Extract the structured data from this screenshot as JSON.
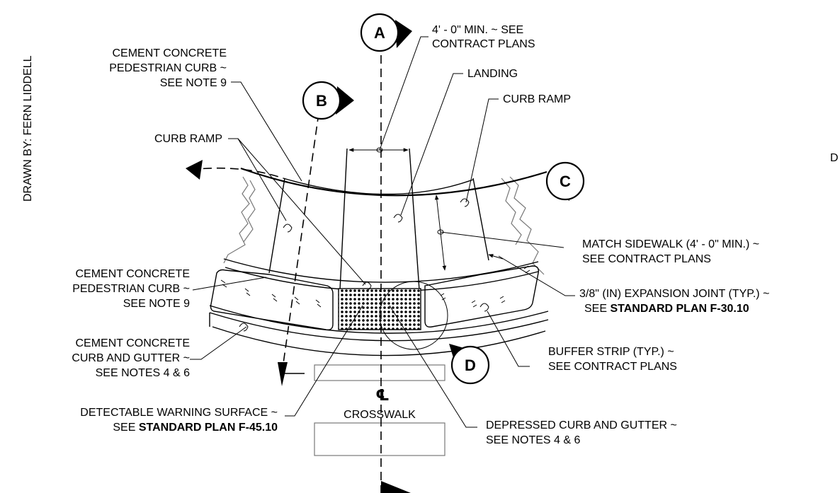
{
  "drawn_by": "DRAWN BY: FERN LIDDELL",
  "edge_fragment": "D",
  "markers": {
    "a": "A",
    "b": "B",
    "c": "C",
    "d": "D"
  },
  "centerline_symbol": "℄",
  "labels": {
    "min_width": [
      "4' - 0\" MIN. ~ SEE",
      "CONTRACT PLANS"
    ],
    "landing": "LANDING",
    "curb_ramp_right": "CURB RAMP",
    "curb_ramp_left": "CURB RAMP",
    "ped_curb_top": [
      "CEMENT CONCRETE",
      "PEDESTRIAN CURB ~",
      "SEE NOTE 9"
    ],
    "ped_curb_mid": [
      "CEMENT CONCRETE",
      "PEDESTRIAN CURB ~",
      "SEE NOTE 9"
    ],
    "curb_gutter": [
      "CEMENT CONCRETE",
      "CURB AND GUTTER ~",
      "SEE NOTES 4 & 6"
    ],
    "match_sidewalk": [
      "MATCH SIDEWALK  (4' - 0\" MIN.) ~",
      "SEE CONTRACT PLANS"
    ],
    "expansion_joint": {
      "line1": "3/8\" (IN) EXPANSION JOINT (TYP.) ~",
      "line2_prefix": "SEE ",
      "line2_bold": "STANDARD PLAN F-30.10"
    },
    "buffer_strip": [
      "BUFFER STRIP (TYP.) ~",
      "SEE CONTRACT PLANS"
    ],
    "detectable": {
      "line1": "DETECTABLE WARNING SURFACE ~",
      "line2_prefix": "SEE ",
      "line2_bold": "STANDARD PLAN F-45.10"
    },
    "crosswalk": "CROSSWALK",
    "depressed": [
      "DEPRESSED CURB AND GUTTER ~",
      "SEE NOTES 4 & 6"
    ]
  }
}
